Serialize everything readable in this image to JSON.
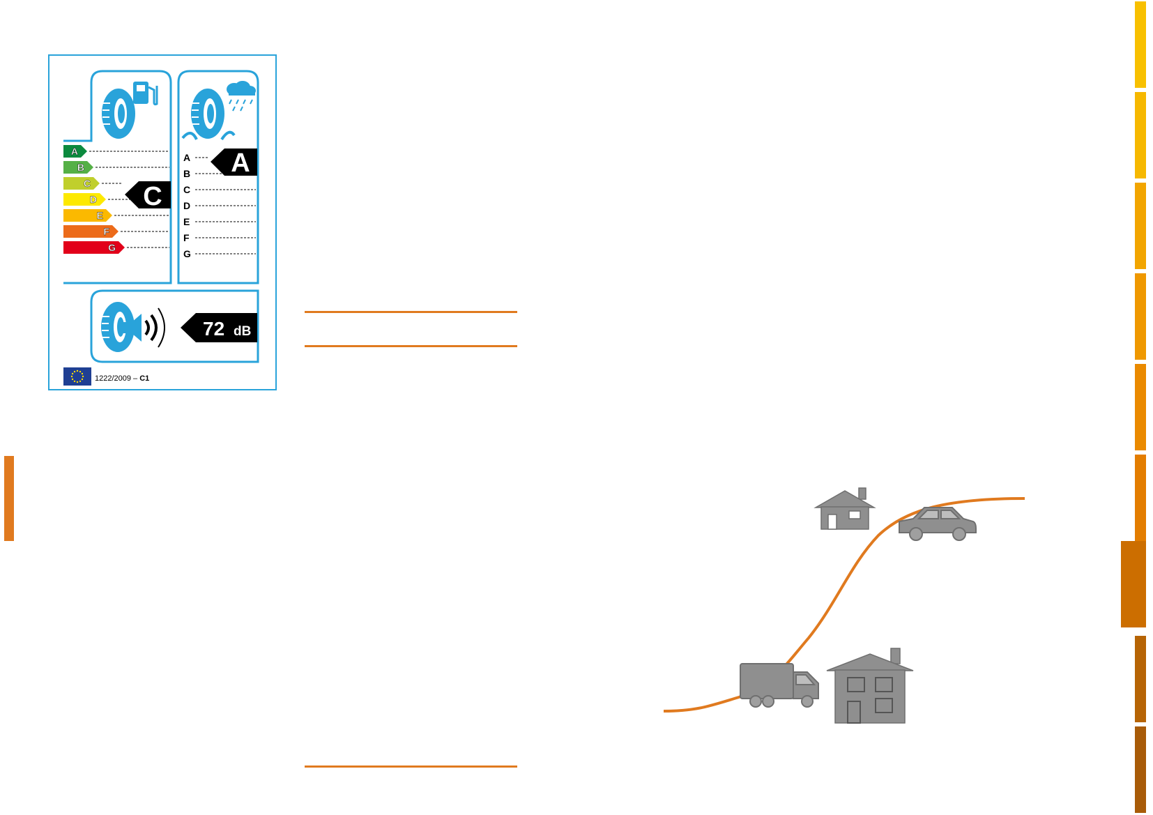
{
  "label": {
    "fuel_grades": [
      {
        "letter": "A",
        "color": "#0b8a3e"
      },
      {
        "letter": "B",
        "color": "#55b046"
      },
      {
        "letter": "C",
        "color": "#c0cf2c"
      },
      {
        "letter": "D",
        "color": "#fde900"
      },
      {
        "letter": "E",
        "color": "#fbb900"
      },
      {
        "letter": "F",
        "color": "#ec6b1a"
      },
      {
        "letter": "G",
        "color": "#e2001a"
      }
    ],
    "fuel_rating": "C",
    "wet_grades": [
      "A",
      "B",
      "C",
      "D",
      "E",
      "F",
      "G"
    ],
    "wet_rating": "A",
    "noise_value": "72",
    "noise_unit": "dB",
    "regulation_prefix": "1222/2009 – ",
    "regulation_class": "C1"
  },
  "colors": {
    "label_border": "#29a3da",
    "accent_orange": "#e07a1f",
    "icon_gray": "#8f8f8f"
  },
  "side_tabs": [
    {
      "color": "#f8c000"
    },
    {
      "color": "#f6b800"
    },
    {
      "color": "#f2a500"
    },
    {
      "color": "#ef9800"
    },
    {
      "color": "#ea8a00"
    },
    {
      "color": "#e37d00"
    },
    {
      "color": "#cc6e00",
      "active": true
    },
    {
      "color": "#b66405"
    },
    {
      "color": "#a85b08"
    }
  ],
  "icons": [
    "tyre-icon",
    "fuel-pump-icon",
    "rain-cloud-icon",
    "speaker-icon",
    "eu-flag-icon",
    "house-icon",
    "car-icon",
    "truck-icon"
  ]
}
